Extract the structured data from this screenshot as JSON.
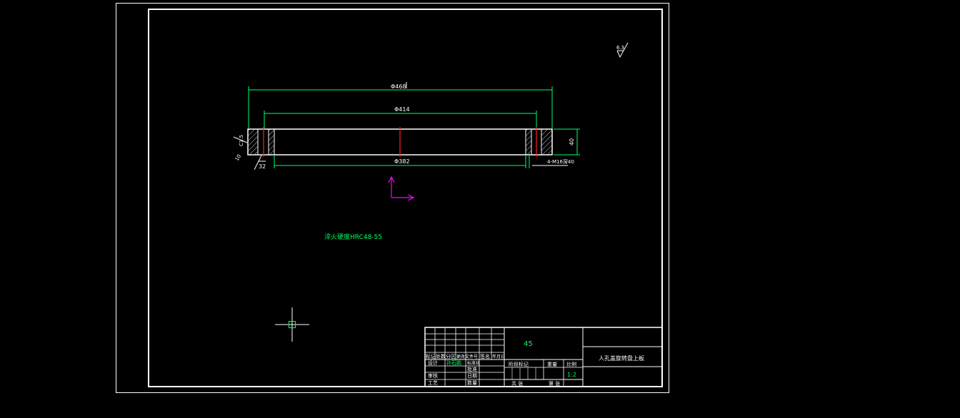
{
  "colors": {
    "background": "#000000",
    "outline": "#ffffff",
    "dimension": "#00ff66",
    "centerline": "#ff2020",
    "ucs": "#ff00ff"
  },
  "dimensions": {
    "outer_diameter": "Φ468",
    "mid_diameter": "Φ414",
    "inner_diameter": "Φ382",
    "thickness": "40",
    "chamfer": "C1.5",
    "left_small": "10",
    "bottom_left": "32",
    "holes": "4-M16深40"
  },
  "surface_roughness": "6.3",
  "note": "淬火硬度HRC48-55",
  "title_block": {
    "material": "45",
    "part_name": "人孔盖旋转盘上板",
    "scale": "1:2",
    "header_labels": [
      "标记",
      "处数",
      "分区",
      "更改文件号",
      "签名",
      "年月日"
    ],
    "row_labels": [
      "设计",
      "审核",
      "工艺"
    ],
    "designer": "孙石鹏",
    "mid_labels": [
      "标准化",
      "批准",
      "日期",
      "数量"
    ],
    "right_header": [
      "阶段标记",
      "重量",
      "比例"
    ],
    "bottom_labels": [
      "共 张",
      "第 张"
    ]
  }
}
